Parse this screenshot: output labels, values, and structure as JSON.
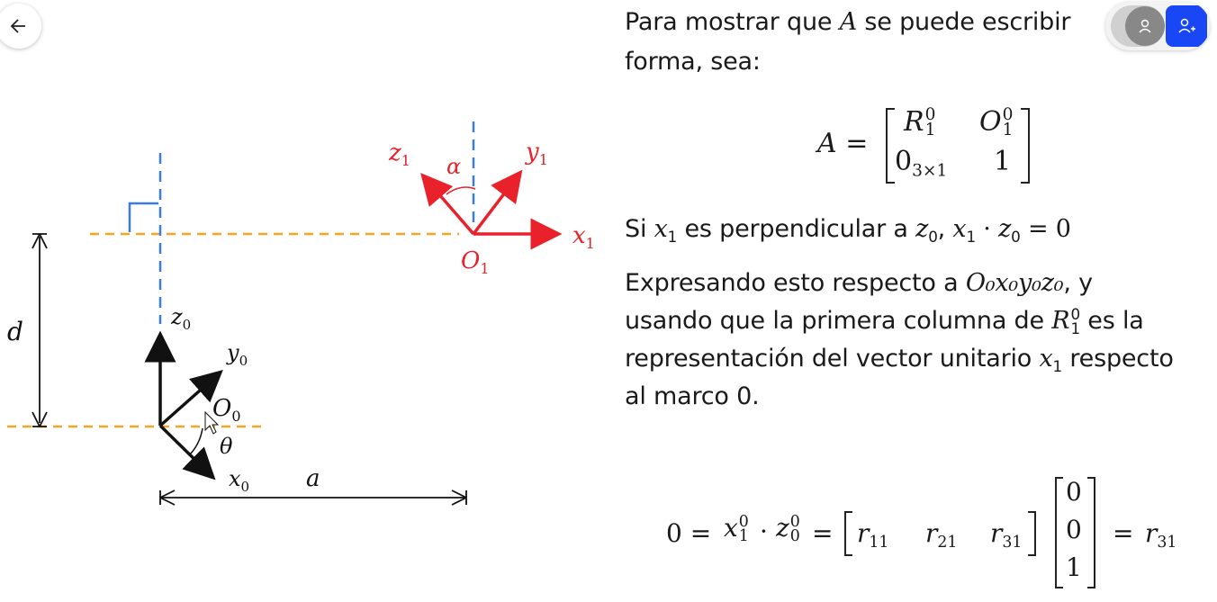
{
  "back_button": {
    "icon": "arrow-left-icon"
  },
  "toggle": {
    "left_icon": "user-icon",
    "right_icon": "user-add-icon",
    "right_color": "#1a47f5"
  },
  "diagram": {
    "colors": {
      "red": "#e8212b",
      "orange": "#f5a623",
      "blue": "#3b7ddd",
      "black": "#111111"
    },
    "labels": {
      "z1": "z",
      "z1_sub": "1",
      "alpha": "α",
      "y1": "y",
      "y1_sub": "1",
      "x1": "x",
      "x1_sub": "1",
      "O1": "O",
      "O1_sub": "1",
      "d": "d",
      "z0": "z",
      "z0_sub": "0",
      "y0": "y",
      "y0_sub": "0",
      "O0": "O",
      "O0_sub": "0",
      "theta": "θ",
      "x0": "x",
      "x0_sub": "0",
      "a": "a"
    }
  },
  "text": {
    "line1": "Para mostrar que",
    "line1_var": "A",
    "line1_rest": "se puede escribir",
    "line2": "forma, sea:",
    "matrix_lhs": "A =",
    "matrix": {
      "r11": "R",
      "r11_sup": "0",
      "r11_sub": "1",
      "r12": "O",
      "r12_sup": "0",
      "r12_sub": "1",
      "r21": "0",
      "r21_sub": "3×1",
      "r22": "1"
    },
    "perp_prefix": "Si",
    "perp_x": "x",
    "perp_x_sub": "1",
    "perp_mid": "es perpendicular a",
    "perp_z": "z",
    "perp_z_sub": "0",
    "perp_eq": "= 0",
    "exp_line1_a": "Expresando esto respecto a",
    "exp_frame": "O₀x₀y₀z₀",
    "exp_line1_b": ", y",
    "exp_line2_a": "usando que la primera columna de",
    "exp_line2_var": "R",
    "exp_line2_sup": "0",
    "exp_line2_sub": "1",
    "exp_line2_b": "es la",
    "exp_line3_a": "representación del vector unitario",
    "exp_line3_var": "x",
    "exp_line3_sub": "1",
    "exp_line3_b": "respecto",
    "exp_line4": "al marco 0.",
    "final_eq": {
      "lhs": "0 =",
      "x": "x",
      "x_sup": "0",
      "x_sub": "1",
      "dot": "·",
      "z": "z",
      "z_sup": "0",
      "z_sub": "0",
      "eq": "=",
      "row": [
        "r",
        "r",
        "r"
      ],
      "row_subs": [
        "11",
        "21",
        "31"
      ],
      "col": [
        "0",
        "0",
        "1"
      ],
      "eq2": "=",
      "rhs": "r",
      "rhs_sub": "31"
    }
  }
}
